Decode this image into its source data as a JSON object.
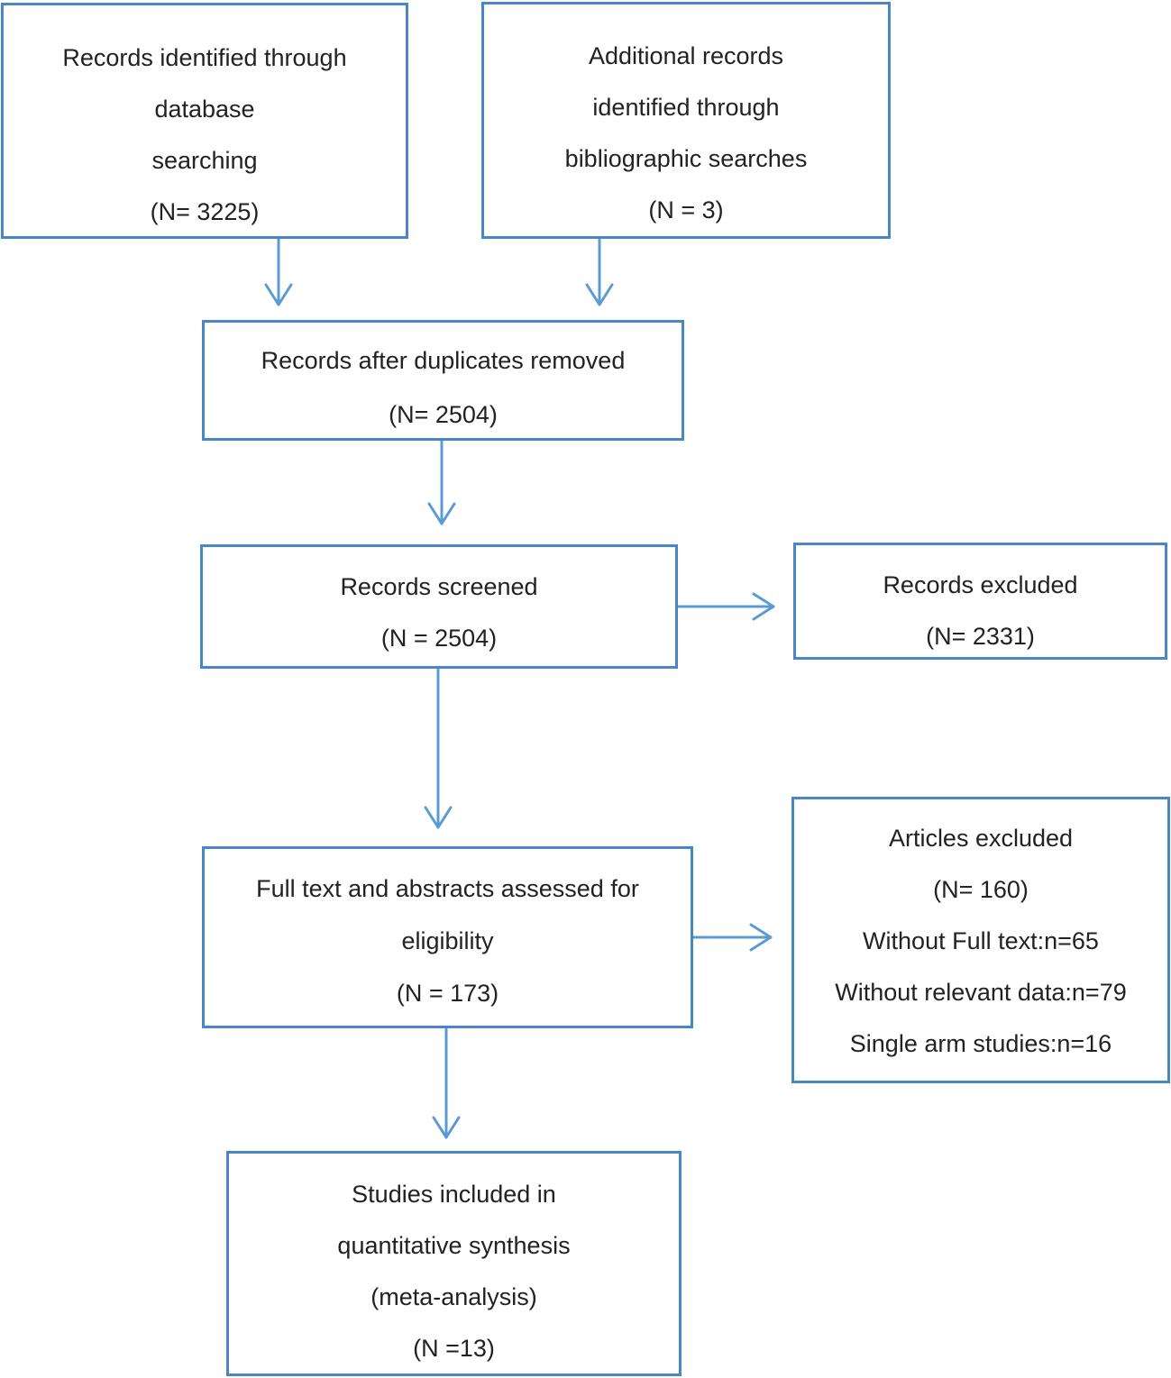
{
  "boxes": {
    "database_search": {
      "lines": [
        "Records identified through",
        "database",
        "searching",
        "(N= 3225)"
      ]
    },
    "additional_records": {
      "lines": [
        "Additional records",
        "identified through",
        "bibliographic searches",
        "(N = 3)"
      ]
    },
    "after_duplicates": {
      "lines": [
        "Records after duplicates removed",
        "(N= 2504)"
      ]
    },
    "screened": {
      "lines": [
        "Records screened",
        "(N = 2504)"
      ]
    },
    "records_excluded": {
      "lines": [
        "Records excluded",
        "(N= 2331)"
      ]
    },
    "full_text": {
      "lines": [
        "Full text and abstracts assessed for",
        "eligibility",
        "(N = 173)"
      ]
    },
    "articles_excluded": {
      "lines": [
        "Articles excluded",
        "(N= 160)",
        "Without Full text:n=65",
        "Without relevant data:n=79",
        "Single arm studies:n=16"
      ]
    },
    "included": {
      "lines": [
        "Studies included in",
        "quantitative synthesis",
        "(meta-analysis)",
        "(N =13)"
      ]
    }
  },
  "colors": {
    "border": "#4a86c5",
    "arrow": "#5b9bd5",
    "text": "#222222",
    "background": "#ffffff"
  }
}
